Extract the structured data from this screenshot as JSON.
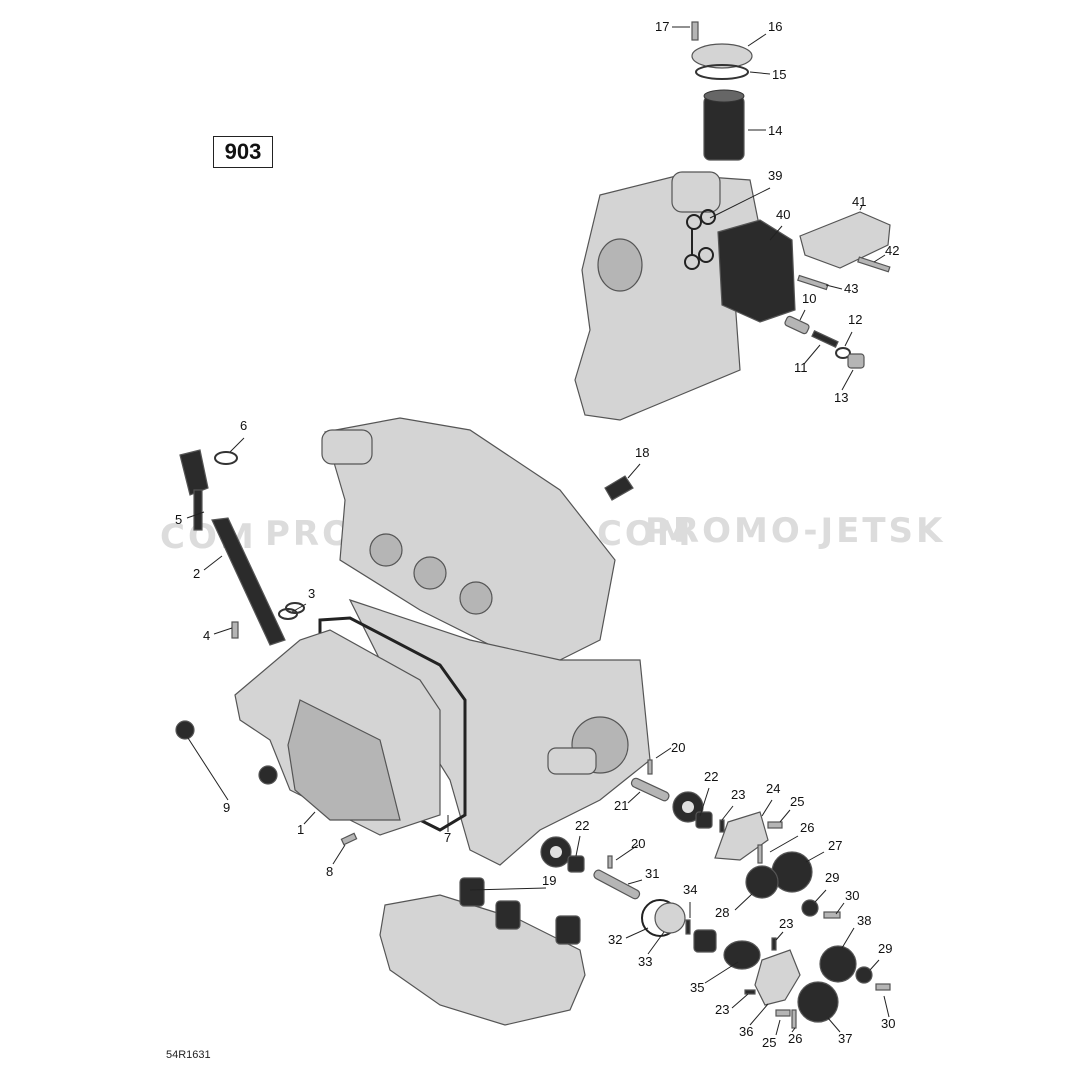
{
  "reference_box": "903",
  "drawing_code": "54R1631",
  "watermark": {
    "left": "COM",
    "center": "PROMO-JETSKI.COM",
    "right": "PROMO-JETSK"
  },
  "callouts": [
    {
      "label": "1"
    },
    {
      "label": "2"
    },
    {
      "label": "3"
    },
    {
      "label": "4"
    },
    {
      "label": "5"
    },
    {
      "label": "6"
    },
    {
      "label": "7"
    },
    {
      "label": "8"
    },
    {
      "label": "9"
    },
    {
      "label": "10"
    },
    {
      "label": "11"
    },
    {
      "label": "12"
    },
    {
      "label": "13"
    },
    {
      "label": "14"
    },
    {
      "label": "15"
    },
    {
      "label": "16"
    },
    {
      "label": "17"
    },
    {
      "label": "18"
    },
    {
      "label": "19"
    },
    {
      "label": "20"
    },
    {
      "label": "20"
    },
    {
      "label": "21"
    },
    {
      "label": "22"
    },
    {
      "label": "22"
    },
    {
      "label": "23"
    },
    {
      "label": "23"
    },
    {
      "label": "23"
    },
    {
      "label": "24"
    },
    {
      "label": "25"
    },
    {
      "label": "25"
    },
    {
      "label": "26"
    },
    {
      "label": "26"
    },
    {
      "label": "27"
    },
    {
      "label": "28"
    },
    {
      "label": "29"
    },
    {
      "label": "29"
    },
    {
      "label": "30"
    },
    {
      "label": "30"
    },
    {
      "label": "31"
    },
    {
      "label": "32"
    },
    {
      "label": "33"
    },
    {
      "label": "34"
    },
    {
      "label": "35"
    },
    {
      "label": "36"
    },
    {
      "label": "37"
    },
    {
      "label": "38"
    },
    {
      "label": "39"
    },
    {
      "label": "40"
    },
    {
      "label": "41"
    },
    {
      "label": "42"
    },
    {
      "label": "43"
    }
  ]
}
